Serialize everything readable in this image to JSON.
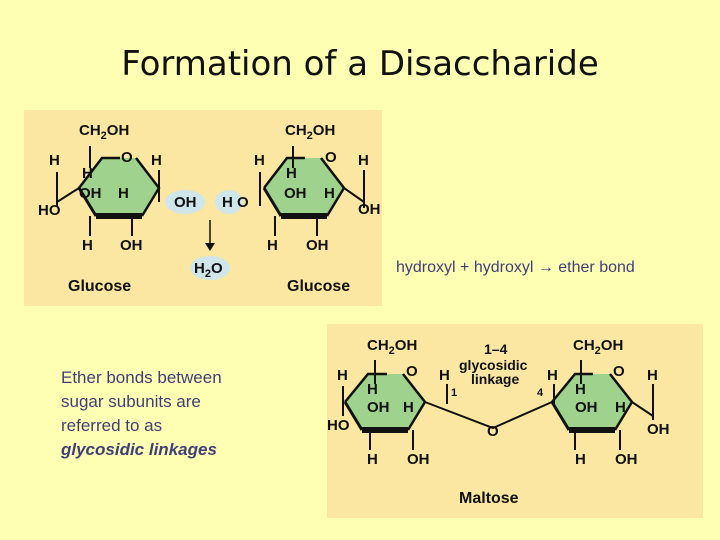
{
  "title": "Formation of a Disaccharide",
  "top_panel": {
    "left_caption": "Glucose",
    "right_caption": "Glucose",
    "water": "H",
    "water_sub": "2",
    "water_o": "O"
  },
  "bottom_panel": {
    "label_line1": "1–4",
    "label_line2": "glycosidic",
    "label_line3": "linkage",
    "pos1": "1",
    "pos4": "4",
    "caption": "Maltose"
  },
  "reaction_text": "hydroxyl + hydroxyl → ether bond",
  "note": {
    "line1": "Ether bonds between",
    "line2": "sugar subunits are",
    "line3": "referred to as",
    "emphasis": "glycosidic linkages"
  },
  "labels": {
    "ch2oh": "CH",
    "ch2oh_sub": "2",
    "ch2oh_end": "OH",
    "o": "O",
    "h": "H",
    "oh": "OH",
    "ho": "HO",
    "ho_spaced": "H O"
  }
}
